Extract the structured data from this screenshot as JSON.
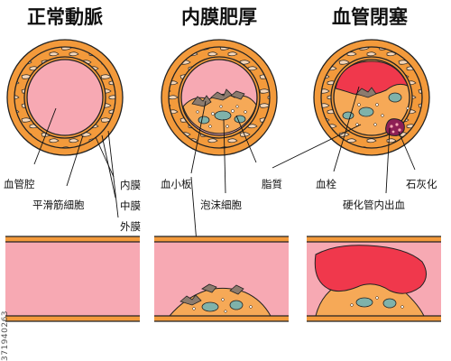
{
  "panels": {
    "normal": {
      "title": "正常動脈"
    },
    "thickening": {
      "title": "内膜肥厚"
    },
    "occlusion": {
      "title": "血管閉塞"
    }
  },
  "labels": {
    "lumen": "血管腔",
    "smooth_muscle": "平滑筋細胞",
    "intima": "内膜",
    "media": "中膜",
    "adventitia": "外膜",
    "platelet": "血小板",
    "foam_cell": "泡沫細胞",
    "lipid": "脂質",
    "thrombus": "血栓",
    "calcification": "石灰化",
    "hemorrhage": "硬化管内出血"
  },
  "watermark": "371940263",
  "colors": {
    "outline": "#222222",
    "wall_orange": "#F39A3B",
    "cell_fill": "#F7D7B8",
    "lumen_pink": "#F7A9B3",
    "lumen_light": "#FBC6CD",
    "thrombus_red": "#F0384C",
    "plaque_orange": "#F6A957",
    "foam_teal": "#7FB2AA",
    "platelet_gray": "#8C7B6E",
    "calc_purple": "#8E1F55"
  }
}
